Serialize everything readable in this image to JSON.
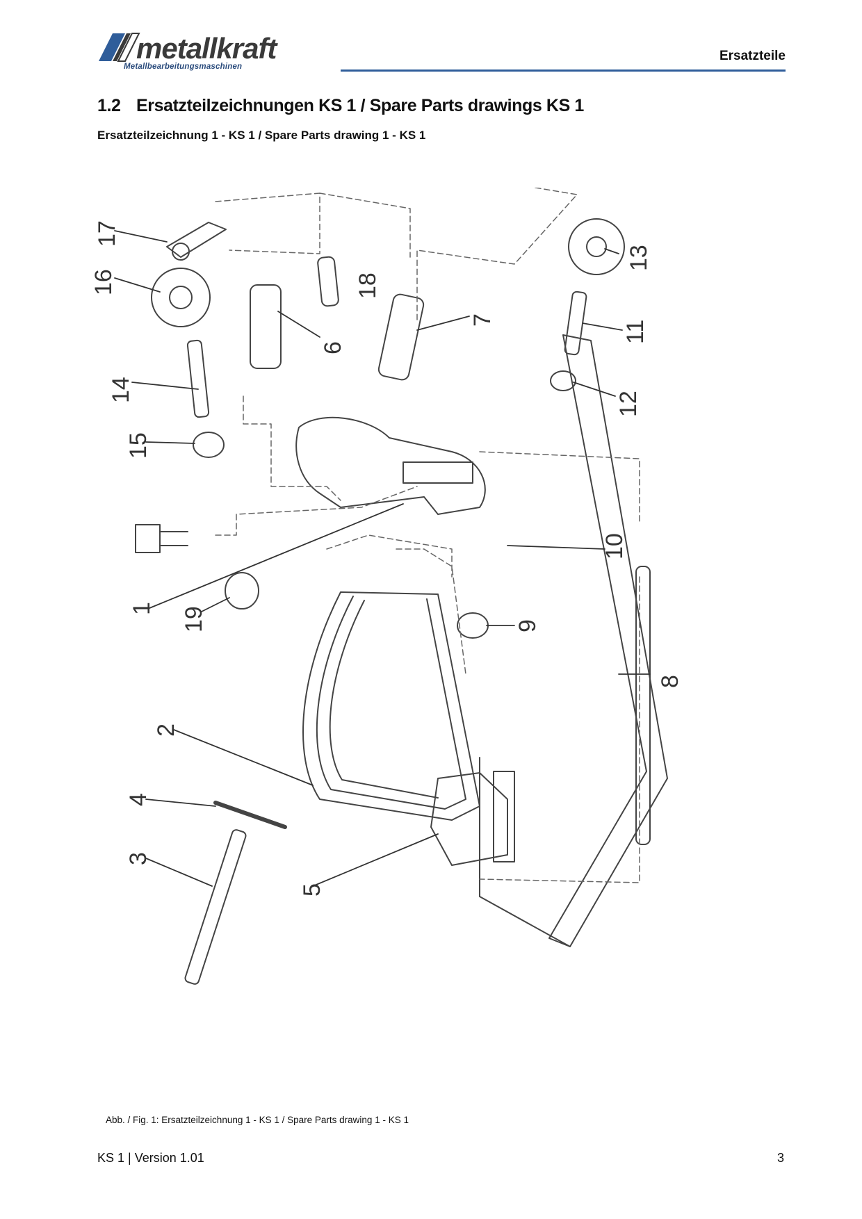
{
  "header": {
    "logo_text": "metallkraft",
    "logo_tagline": "Metallbearbeitungsmaschinen",
    "section_title": "Ersatzteile"
  },
  "heading": {
    "number": "1.2",
    "title_de": "Ersatzteilzeichnungen KS 1",
    "separator": "/",
    "title_en": "Spare Parts drawings KS 1"
  },
  "subheading": "Ersatzteilzeichnung 1 - KS 1 / Spare Parts drawing 1 - KS 1",
  "drawing": {
    "part_labels": [
      "1",
      "2",
      "3",
      "4",
      "5",
      "6",
      "7",
      "8",
      "9",
      "10",
      "11",
      "12",
      "13",
      "14",
      "15",
      "16",
      "17",
      "18",
      "19"
    ]
  },
  "caption": "Abb. / Fig. 1: Ersatzteilzeichnung 1 - KS 1 / Spare Parts drawing 1 - KS 1",
  "footer": {
    "left": "KS 1 | Version 1.01",
    "page_number": "3"
  },
  "colors": {
    "brand_blue": "#2f5d9a",
    "logo_dark": "#3a3a3a"
  }
}
